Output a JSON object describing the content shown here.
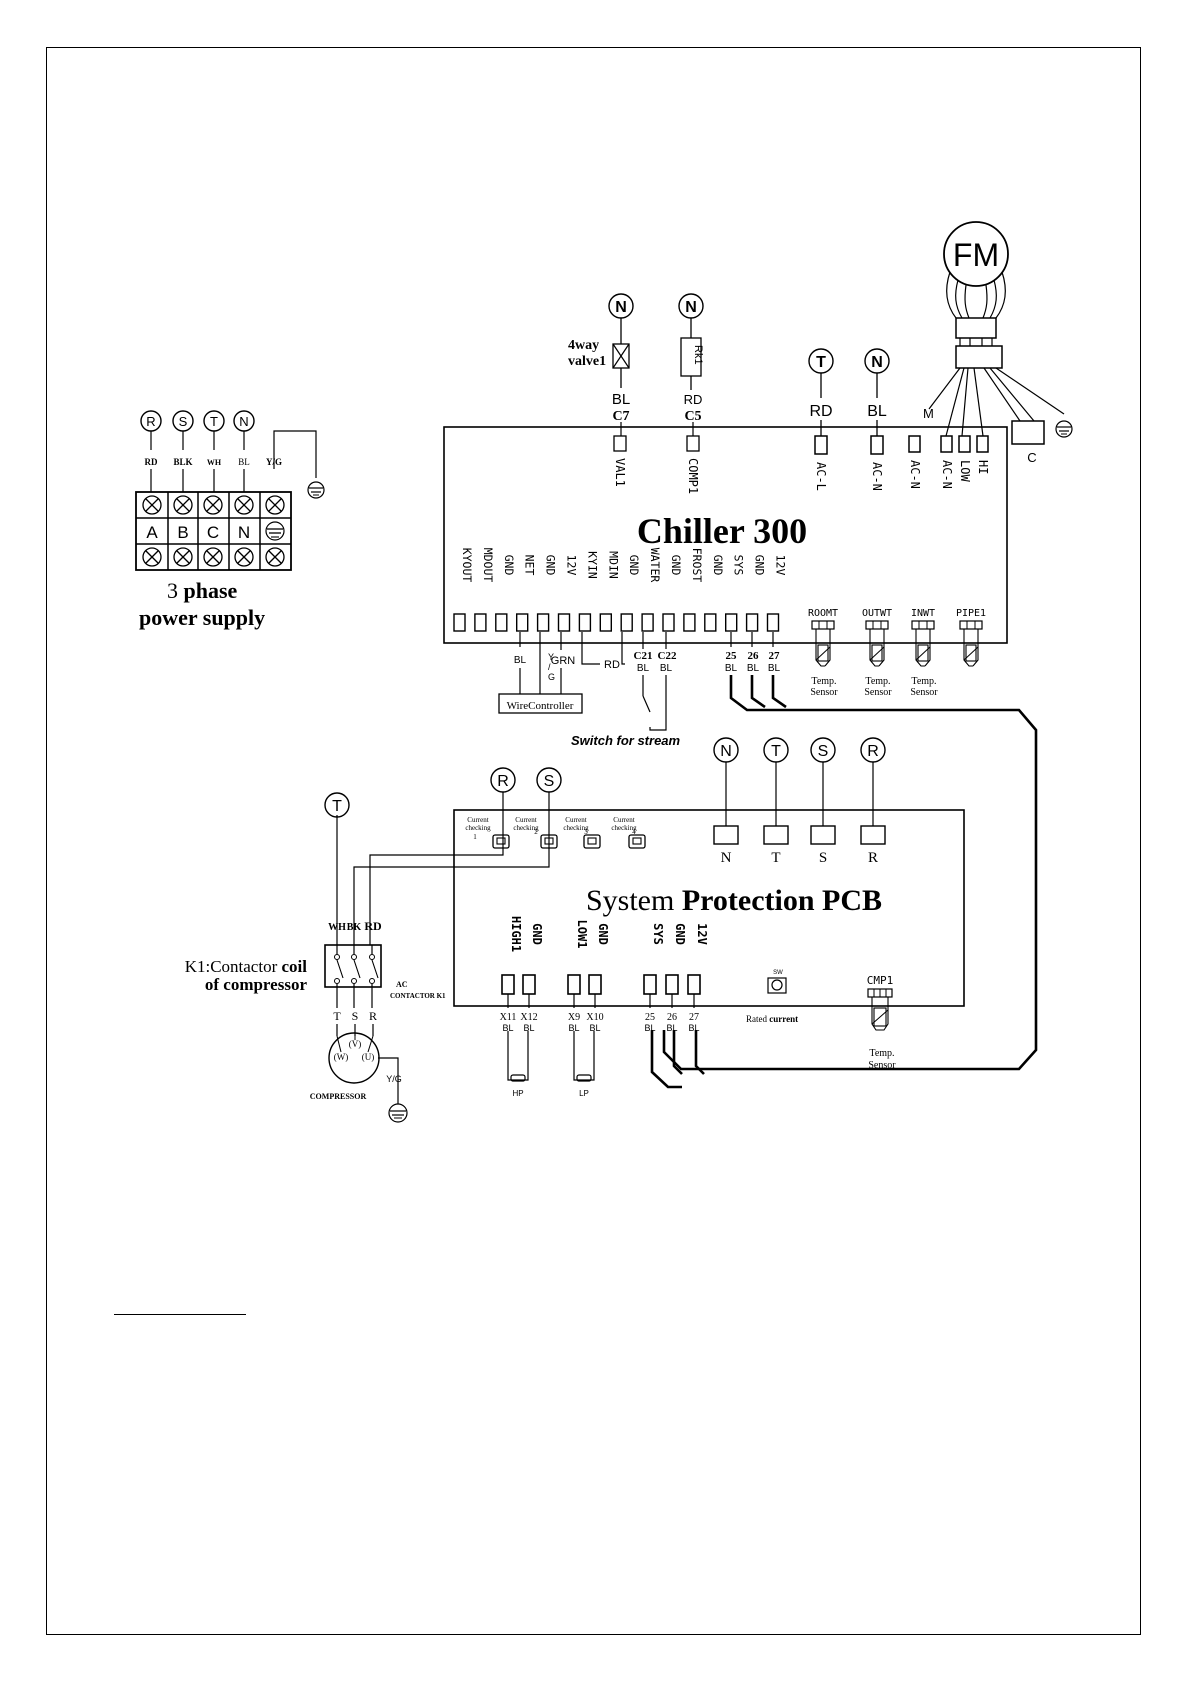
{
  "colors": {
    "ink": "#000000",
    "paper": "#ffffff"
  },
  "power_supply": {
    "phase_circles": [
      "R",
      "S",
      "T",
      "N"
    ],
    "wire_labels": [
      "RD",
      "BLK",
      "WH",
      "BL",
      "Y/G"
    ],
    "terminal_labels": [
      "A",
      "B",
      "C",
      "N"
    ],
    "ground_icon": "earth-ground-icon",
    "title_line1_plain": "3",
    "title_line1_bold": "phase",
    "title_line2": "power supply"
  },
  "valve": {
    "circle": "N",
    "label_line1": "4way",
    "label_line2": "valve1",
    "wire": "BL",
    "terminal": "C7",
    "pin": "VAL1"
  },
  "comp_relay": {
    "circle": "N",
    "box_label": "Rk1",
    "wire": "RD",
    "terminal": "C5",
    "pin": "COMP1"
  },
  "ac_supply": {
    "t_circle": "T",
    "t_wire": "RD",
    "t_pin": "AC-L",
    "n_circle": "N",
    "n_wire": "BL",
    "n_pin": "AC-N"
  },
  "fan": {
    "motor": "FM",
    "m_label": "M",
    "c_label": "C",
    "pins": [
      "AC-N",
      "AC-N",
      "LOW",
      "HI"
    ]
  },
  "controller": {
    "title": "Chiller 300",
    "bottom_pins": [
      "KYOUT",
      "MDOUT",
      "GND",
      "NET",
      "GND",
      "12V",
      "KYIN",
      "MDIN",
      "GND",
      "WATER",
      "GND",
      "FROST",
      "GND",
      "SYS",
      "GND",
      "12V"
    ],
    "sensor_pins": [
      "ROOMT",
      "OUTWT",
      "INWT",
      "PIPE1"
    ],
    "sensor_label_line1": "Temp.",
    "sensor_label_line2": "Sensor",
    "wire_bl": "BL",
    "wire_yg_line1": "Y",
    "wire_yg_line2": "/",
    "wire_yg_line3": "G",
    "wire_grn": "GRN",
    "wire_rd": "RD",
    "wire_controller": "WireController",
    "stream_terminals": [
      "C21",
      "C22"
    ],
    "stream_wires": [
      "BL",
      "BL"
    ],
    "switch_label": "Switch for stream",
    "comm_terminals": [
      "25",
      "26",
      "27"
    ],
    "comm_wires": [
      "BL",
      "BL",
      "BL"
    ]
  },
  "protection": {
    "title_plain": "System",
    "title_bold": "Protection PCB",
    "supply_circles": [
      "N",
      "T",
      "S",
      "R"
    ],
    "supply_labels": [
      "N",
      "T",
      "S",
      "R"
    ],
    "current_line1": "Current",
    "current_line2": "checking",
    "current_numbers": [
      "1",
      "2",
      "3",
      "4"
    ],
    "rs_circles": [
      "R",
      "S"
    ],
    "pins": [
      "HIGH1",
      "GND",
      "LOW1",
      "GND",
      "SYS",
      "GND",
      "12V"
    ],
    "terminals": [
      "X11",
      "X12",
      "X9",
      "X10",
      "25",
      "26",
      "27"
    ],
    "wires": [
      "BL",
      "BL",
      "BL",
      "BL",
      "BL",
      "BL",
      "BL"
    ],
    "hp_label": "HP",
    "lp_label": "LP",
    "sw_label": "SW",
    "rated_plain": "Rated",
    "rated_bold": "current",
    "cmp_pin": "CMP1",
    "sensor_line1": "Temp.",
    "sensor_line2": "Sensor"
  },
  "compressor_section": {
    "t_circle": "T",
    "wires": [
      "WH",
      "BK",
      "RD"
    ],
    "contactor_label_plain": "K1:Contactor",
    "contactor_label_bold1": "coil",
    "contactor_label_bold2": "of compressor",
    "ac_label_line1": "AC",
    "ac_label_line2": "CONTACTOR K1",
    "phases": [
      "T",
      "S",
      "R"
    ],
    "windings": [
      "(W)",
      "(V)",
      "(U)"
    ],
    "yg_label": "Y/G",
    "compressor_label": "COMPRESSOR"
  }
}
